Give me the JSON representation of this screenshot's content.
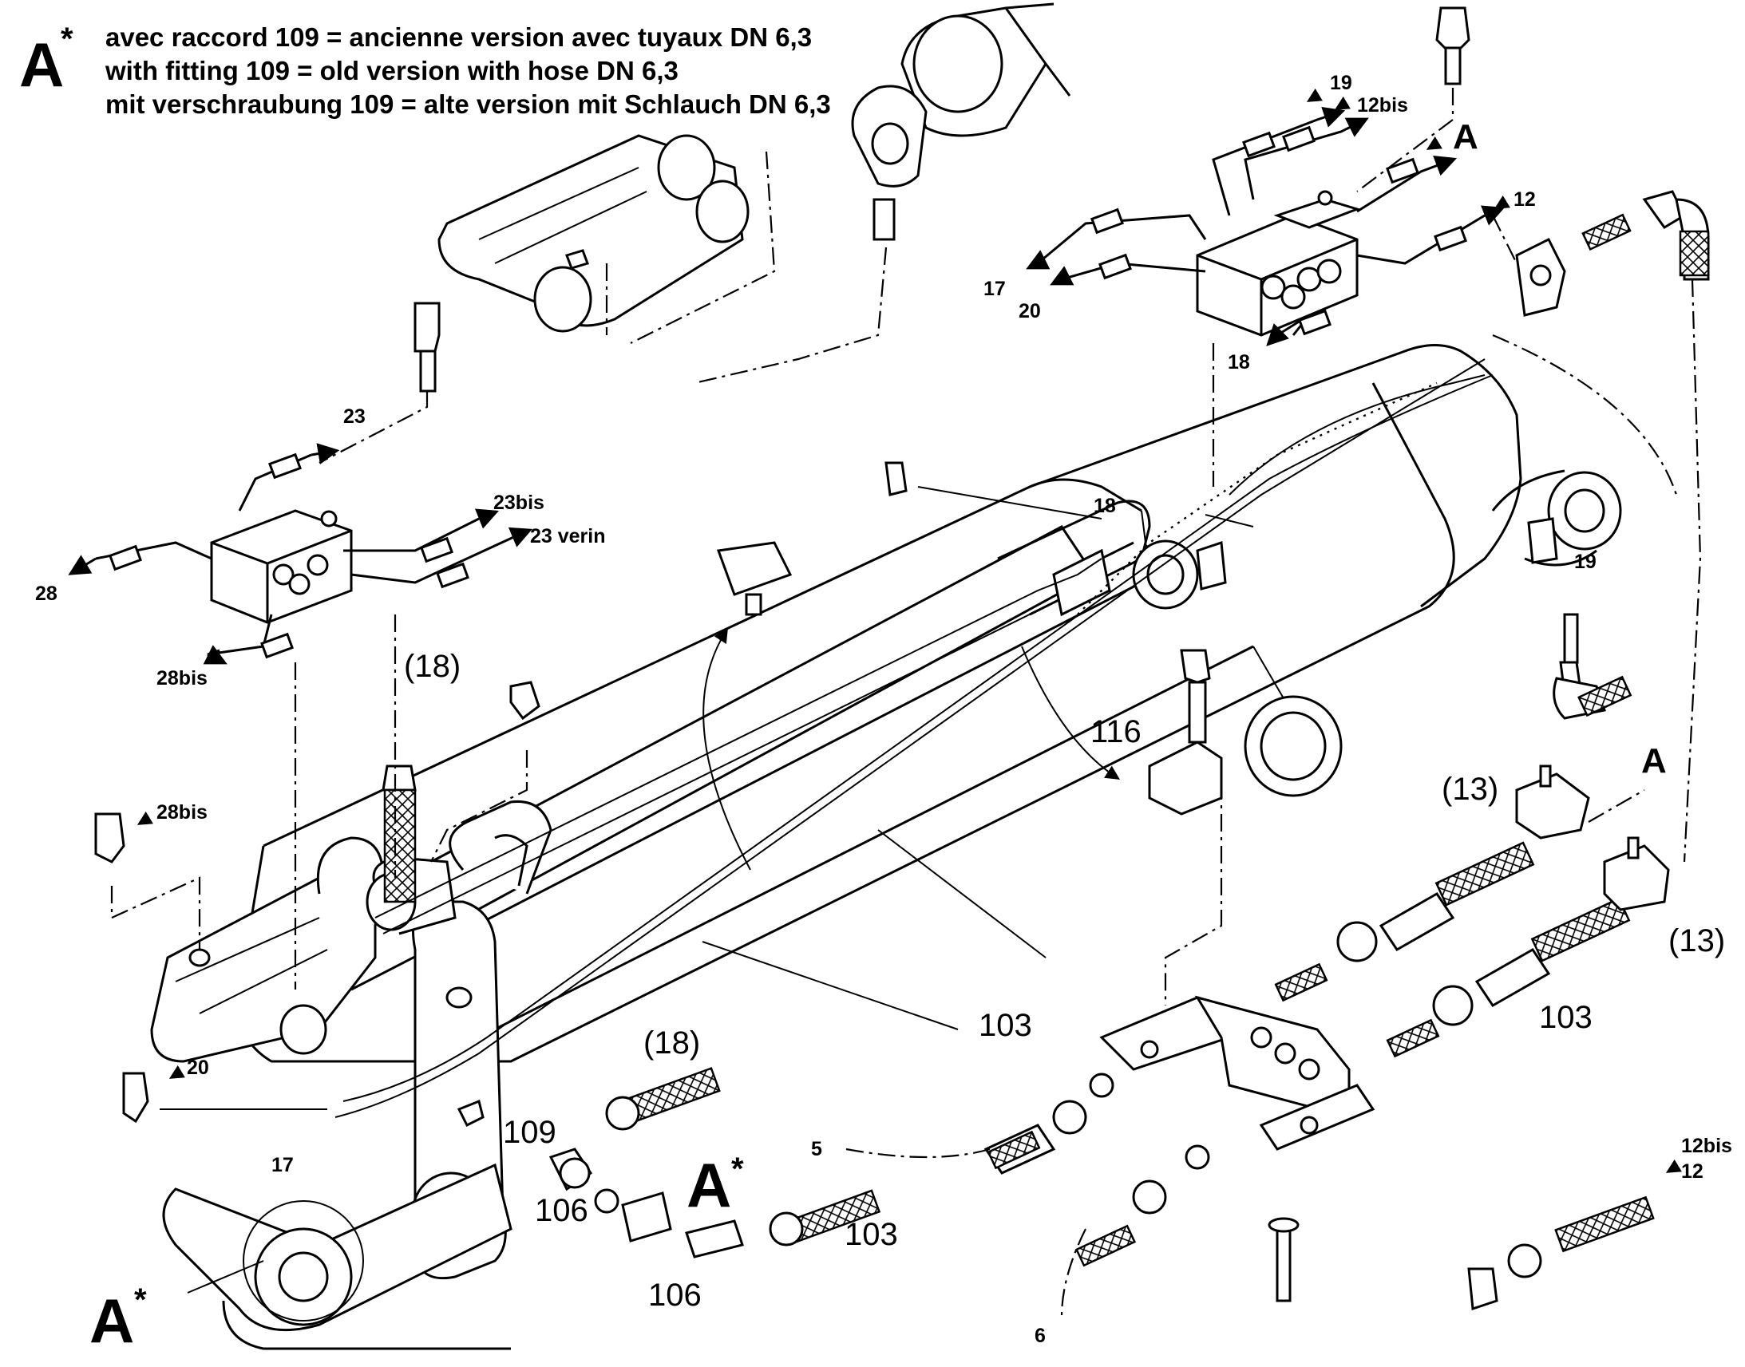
{
  "header": {
    "marker": "A",
    "marker_star": "*",
    "lines": [
      "avec raccord 109 = ancienne version avec tuyaux DN 6,3",
      "with fitting 109 = old version with hose DN 6,3",
      "mit verschraubung 109 = alte version mit Schlauch DN 6,3"
    ]
  },
  "diagram": {
    "labels": {
      "p19_top": "19",
      "p12bis_top": "12bis",
      "pA_top": "A",
      "p12_top": "12",
      "p17_top": "17",
      "p20_top": "20",
      "p18_top": "18",
      "p23": "23",
      "p23bis": "23bis",
      "p23verin": "23 verin",
      "p28": "28",
      "p28bis_left": "28bis",
      "p18_paren_mid": "(18)",
      "p28bis_tee": "28bis",
      "p18_arm": "18",
      "p19_right": "19",
      "p116": "116",
      "pA_right": "A",
      "p13_top": "(13)",
      "p13_bottom": "(13)",
      "p103_mid": "103",
      "p103_right": "103",
      "p20_bottom": "20",
      "p18_paren_bottom": "(18)",
      "p109": "109",
      "p106_a": "106",
      "p106_b": "106",
      "p103_bottom": "103",
      "pAstar_mid": "A",
      "pAstar_mid_star": "*",
      "p17_bottom": "17",
      "pAstar_bottom": "A",
      "pAstar_bottom_star": "*",
      "p5": "5",
      "p6": "6",
      "p12bis_bottom": "12bis",
      "p12_bottom": "12"
    }
  }
}
